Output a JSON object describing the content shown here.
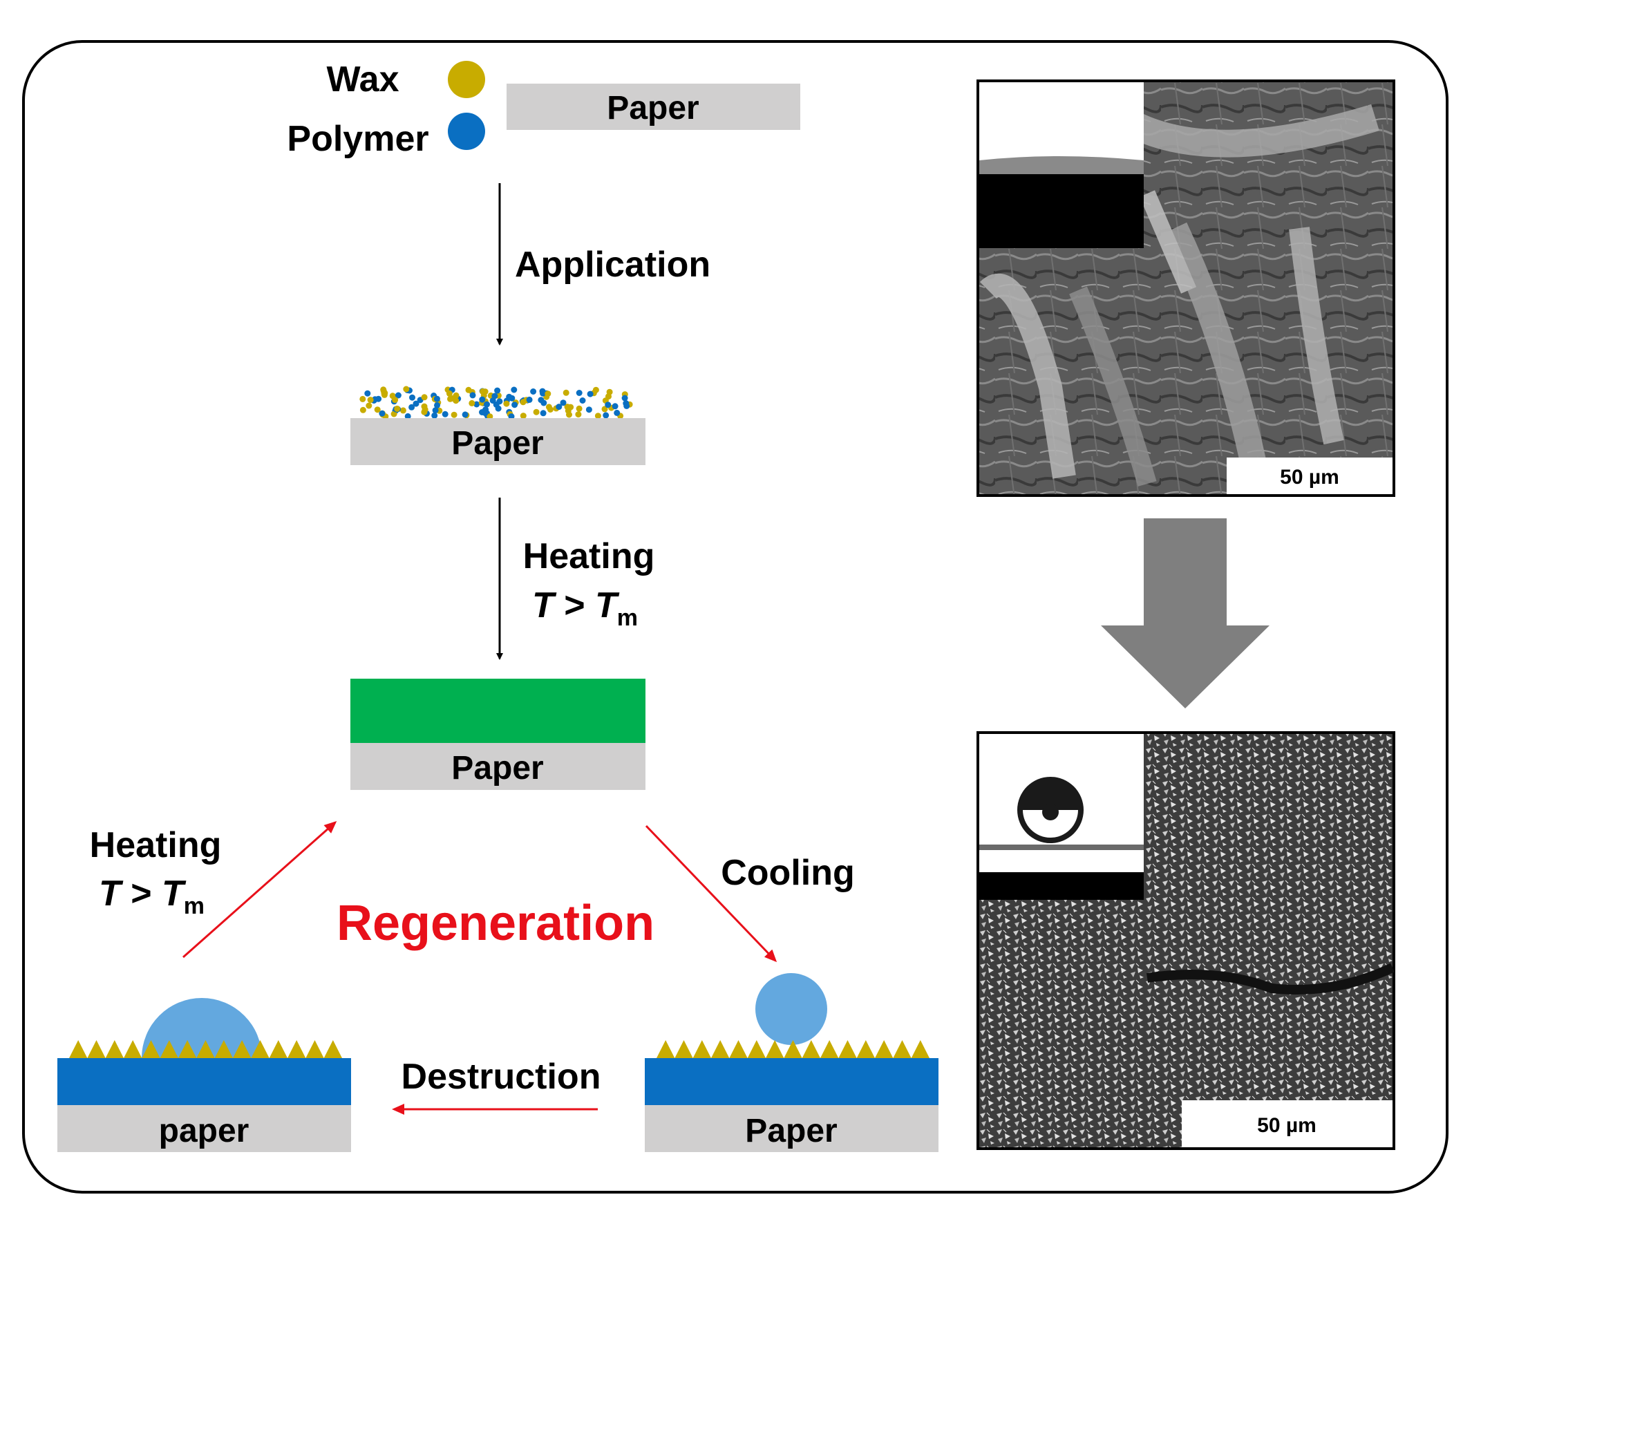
{
  "legend": {
    "wax_label": "Wax",
    "polymer_label": "Polymer",
    "wax_color": "#c8ac00",
    "polymer_color": "#0a6fc2"
  },
  "colors": {
    "paper": "#d0cfcf",
    "film": "#00b050",
    "polymer_layer": "#0a6fc2",
    "wax_spike": "#c8ac00",
    "droplet": "#63a8df",
    "arrow_red": "#e8101a",
    "arrow_black": "#000000",
    "arrow_gray": "#7f7f7f"
  },
  "steps": {
    "paper_top": "Paper",
    "application": "Application",
    "paper_coated": "Paper",
    "heating1_line1": "Heating",
    "heating1_T": "T",
    "heating1_gt": " > ",
    "heating1_Tm": "T",
    "heating1_sub": "m",
    "paper_film": "Paper"
  },
  "cycle": {
    "title": "Regeneration",
    "heating_line1": "Heating",
    "heating_T": "T",
    "heating_gt": " > ",
    "heating_Tm": "T",
    "heating_sub": "m",
    "cooling": "Cooling",
    "destruction": "Destruction",
    "paper_left": "paper",
    "paper_right": "Paper"
  },
  "micrographs": {
    "top_scale": "50 µm",
    "bottom_scale": "50 µm"
  }
}
